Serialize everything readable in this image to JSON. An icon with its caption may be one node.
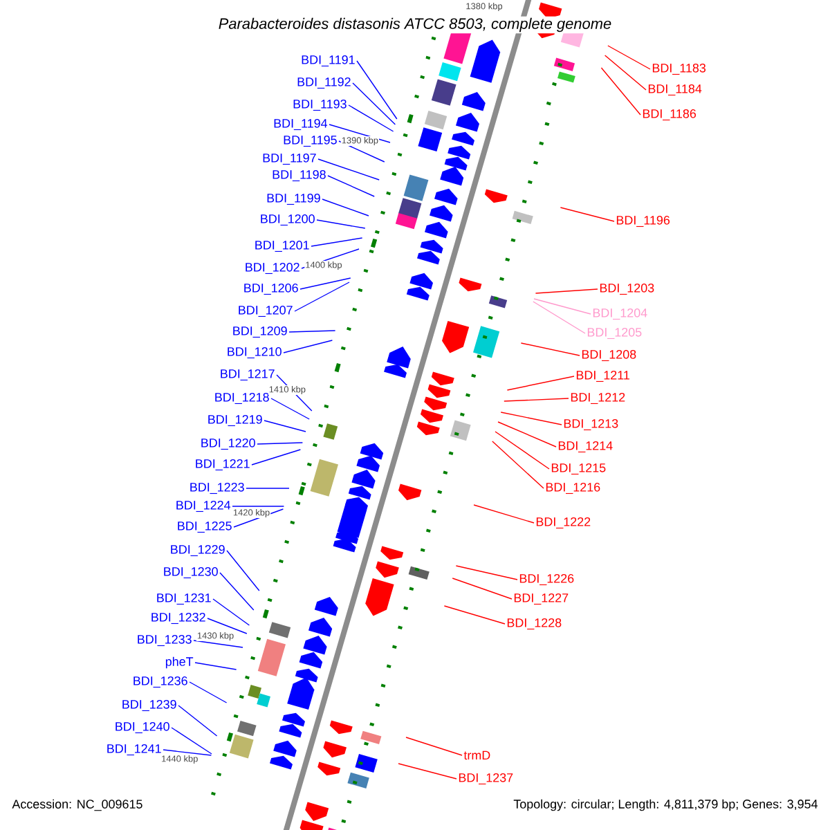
{
  "diagram": {
    "title": "Parabacteroides distasonis ATCC 8503, complete genome",
    "nodes": [
      {
        "text": [
          "BDI_1191"
        ]
      },
      {
        "text": [
          "BDI_1192"
        ]
      },
      {
        "text": [
          "BDI_1193"
        ]
      },
      {
        "text": [
          "BDI_1194"
        ]
      },
      {
        "text": [
          "BDI_1195"
        ]
      },
      {
        "text": [
          "BDI_1197"
        ]
      },
      {
        "text": [
          "BDI_1198"
        ]
      },
      {
        "text": [
          "BDI_1199"
        ]
      },
      {
        "text": [
          "BDI_1200"
        ]
      },
      {
        "text": [
          "BDI_1201"
        ]
      },
      {
        "text": [
          "BDI_1202"
        ]
      },
      {
        "text": [
          "BDI_1206"
        ]
      },
      {
        "text": [
          "BDI_1207"
        ]
      },
      {
        "text": [
          "BDI_1209"
        ]
      },
      {
        "text": [
          "BDI_1210"
        ]
      },
      {
        "text": [
          "BDI_1217"
        ]
      },
      {
        "text": [
          "BDI_1218"
        ]
      },
      {
        "text": [
          "BDI_1219"
        ]
      },
      {
        "text": [
          "BDI_1220"
        ]
      },
      {
        "text": [
          "BDI_1221"
        ]
      },
      {
        "text": [
          "BDI_1223"
        ]
      },
      {
        "text": [
          "BDI_1224"
        ]
      },
      {
        "text": [
          "BDI_1225"
        ]
      },
      {
        "text": [
          "BDI_1229"
        ]
      },
      {
        "text": [
          "BDI_1230"
        ]
      },
      {
        "text": [
          "BDI_1231"
        ]
      },
      {
        "text": [
          "BDI_1232"
        ]
      },
      {
        "text": [
          "BDI_1233"
        ]
      },
      {
        "text": [
          "pheT"
        ]
      },
      {
        "text": [
          "BDI_1236"
        ]
      },
      {
        "text": [
          "BDI_1239"
        ]
      },
      {
        "text": [
          "BDI_1240"
        ]
      },
      {
        "text": [
          "BDI_1241"
        ]
      },
      {
        "text": [
          "BDI_1183"
        ]
      },
      {
        "text": [
          "BDI_1184"
        ]
      },
      {
        "text": [
          "BDI_1186"
        ]
      },
      {
        "text": [
          "BDI_1196"
        ]
      },
      {
        "text": [
          "BDI_1203"
        ]
      },
      {
        "text": [
          "BDI_1204"
        ]
      },
      {
        "text": [
          "BDI_1205"
        ]
      },
      {
        "text": [
          "BDI_1208"
        ]
      },
      {
        "text": [
          "BDI_1211"
        ]
      },
      {
        "text": [
          "BDI_1212"
        ]
      },
      {
        "text": [
          "BDI_1213"
        ]
      },
      {
        "text": [
          "BDI_1214"
        ]
      },
      {
        "text": [
          "BDI_1215"
        ]
      },
      {
        "text": [
          "BDI_1216"
        ]
      },
      {
        "text": [
          "BDI_1222"
        ]
      },
      {
        "text": [
          "BDI_1226"
        ]
      },
      {
        "text": [
          "BDI_1227"
        ]
      },
      {
        "text": [
          "BDI_1228"
        ]
      },
      {
        "text": [
          "trmD"
        ]
      },
      {
        "text": [
          "BDI_1237"
        ]
      }
    ],
    "edges": [
      {
        "from": 0,
        "to": null,
        "arrow": "none"
      },
      {
        "from": 1,
        "to": null,
        "arrow": "none"
      },
      {
        "from": 2,
        "to": null,
        "arrow": "none"
      },
      {
        "from": 3,
        "to": null,
        "arrow": "none"
      },
      {
        "from": 4,
        "to": null,
        "arrow": "none"
      },
      {
        "from": 5,
        "to": null,
        "arrow": "none"
      },
      {
        "from": 6,
        "to": null,
        "arrow": "none"
      },
      {
        "from": 7,
        "to": null,
        "arrow": "none"
      },
      {
        "from": 8,
        "to": null,
        "arrow": "none"
      },
      {
        "from": 9,
        "to": null,
        "arrow": "none"
      },
      {
        "from": 10,
        "to": null,
        "arrow": "none"
      },
      {
        "from": 11,
        "to": null,
        "arrow": "none"
      },
      {
        "from": 12,
        "to": null,
        "arrow": "none"
      },
      {
        "from": 13,
        "to": null,
        "arrow": "none"
      },
      {
        "from": 14,
        "to": null,
        "arrow": "none"
      },
      {
        "from": 15,
        "to": null,
        "arrow": "none"
      },
      {
        "from": 16,
        "to": null,
        "arrow": "none"
      },
      {
        "from": 17,
        "to": null,
        "arrow": "none"
      },
      {
        "from": 18,
        "to": null,
        "arrow": "none"
      },
      {
        "from": 19,
        "to": null,
        "arrow": "none"
      },
      {
        "from": 20,
        "to": null,
        "arrow": "none"
      },
      {
        "from": 21,
        "to": null,
        "arrow": "none"
      },
      {
        "from": 22,
        "to": null,
        "arrow": "none"
      },
      {
        "from": 23,
        "to": null,
        "arrow": "none"
      },
      {
        "from": 24,
        "to": null,
        "arrow": "none"
      },
      {
        "from": 25,
        "to": null,
        "arrow": "none"
      },
      {
        "from": 26,
        "to": null,
        "arrow": "none"
      },
      {
        "from": 27,
        "to": null,
        "arrow": "none"
      },
      {
        "from": 28,
        "to": null,
        "arrow": "none"
      },
      {
        "from": 29,
        "to": null,
        "arrow": "none"
      },
      {
        "from": 30,
        "to": null,
        "arrow": "none"
      },
      {
        "from": 31,
        "to": null,
        "arrow": "none"
      },
      {
        "from": 32,
        "to": null,
        "arrow": "none"
      },
      {
        "from": 33,
        "to": null,
        "arrow": "none",
        "color": "#ff0000"
      },
      {
        "from": 34,
        "to": null,
        "arrow": "none",
        "color": "#ff0000"
      },
      {
        "from": 35,
        "to": null,
        "arrow": "none",
        "color": "#ff0000"
      },
      {
        "from": 36,
        "to": null,
        "arrow": "none",
        "color": "#ff0000"
      },
      {
        "from": 37,
        "to": null,
        "arrow": "none",
        "color": "#ff0000"
      },
      {
        "from": 38,
        "to": null,
        "arrow": "none",
        "color": "#ff99cc"
      },
      {
        "from": 39,
        "to": null,
        "arrow": "none",
        "color": "#ff99cc"
      },
      {
        "from": 40,
        "to": null,
        "arrow": "none",
        "color": "#ff0000"
      },
      {
        "from": 41,
        "to": null,
        "arrow": "none",
        "color": "#ff0000"
      },
      {
        "from": 42,
        "to": null,
        "arrow": "none",
        "color": "#ff0000"
      },
      {
        "from": 43,
        "to": null,
        "arrow": "none",
        "color": "#ff0000"
      },
      {
        "from": 44,
        "to": null,
        "arrow": "none",
        "color": "#ff0000"
      },
      {
        "from": 45,
        "to": null,
        "arrow": "none",
        "color": "#ff0000"
      },
      {
        "from": 46,
        "to": null,
        "arrow": "none",
        "color": "#ff0000"
      },
      {
        "from": 47,
        "to": null,
        "arrow": "none",
        "color": "#ff0000"
      },
      {
        "from": 48,
        "to": null,
        "arrow": "none",
        "color": "#ff0000"
      },
      {
        "from": 49,
        "to": null,
        "arrow": "none",
        "color": "#ff0000"
      },
      {
        "from": 50,
        "to": null,
        "arrow": "none",
        "color": "#ff0000"
      },
      {
        "from": 51,
        "to": null,
        "arrow": "none",
        "color": "#ff0000"
      },
      {
        "from": 52,
        "to": null,
        "arrow": "none",
        "color": "#ff0000"
      }
    ],
    "labels": [
      "1380 kbp",
      "1390 kbp",
      "1400 kbp",
      "1410 kbp",
      "1420 kbp",
      "1430 kbp",
      "1440 kbp",
      "Accession: NC_009615",
      "Topology: circular; Length: 4,811,379 bp; Genes: 3,954"
    ]
  }
}
